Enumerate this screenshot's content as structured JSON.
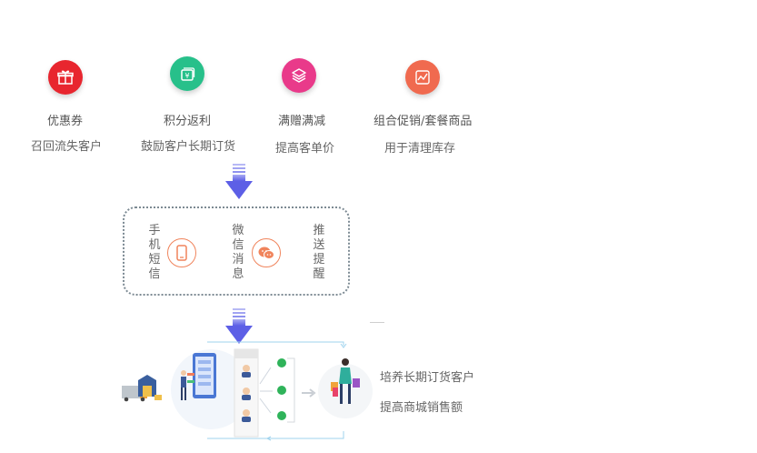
{
  "features": [
    {
      "icon": "gift-icon",
      "color": "#e8262f",
      "title": "优惠券",
      "desc": "召回流失客户"
    },
    {
      "icon": "yen-card-icon",
      "color": "#27c08a",
      "title": "积分返利",
      "desc": "鼓励客户长期订货"
    },
    {
      "icon": "layers-icon",
      "color": "#e93a8a",
      "title": "满赠满减",
      "desc": "提高客单价"
    },
    {
      "icon": "trend-chart-icon",
      "color": "#f06a4f",
      "title": "组合促销/套餐商品",
      "desc": "用于清理库存"
    }
  ],
  "channels": [
    {
      "label": "手机短信",
      "chars": [
        "手",
        "机",
        "短",
        "信"
      ],
      "icon": "mobile-phone-icon"
    },
    {
      "label": "微信消息",
      "chars": [
        "微",
        "信",
        "消",
        "息"
      ],
      "icon": "wechat-icon"
    },
    {
      "label": "推送提醒",
      "chars": [
        "推",
        "送",
        "提",
        "醒"
      ]
    }
  ],
  "outcomes": [
    "培养长期订货客户",
    "提高商城销售额"
  ],
  "colors": {
    "arrow": "#6a6de8",
    "accent": "#f0845c",
    "wechat_green": "#2fb35a"
  }
}
